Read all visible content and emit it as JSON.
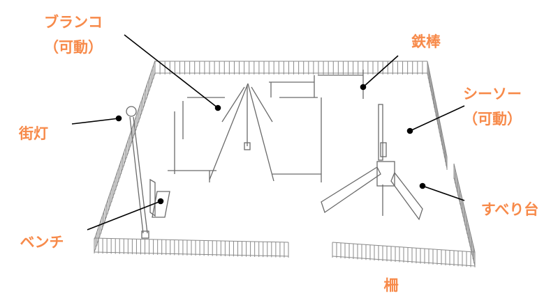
{
  "labels": {
    "swing": {
      "line1": "ブランコ",
      "line2": "（可動）"
    },
    "iron_bar": "鉄棒",
    "seesaw": {
      "line1": "シーソー",
      "line2": "（可動）"
    },
    "street_light": "街灯",
    "slide": "すべり台",
    "bench": "ベンチ",
    "fence": "柵"
  },
  "colors": {
    "label": "#f78a4a",
    "pointer": "#000000",
    "drawing": "#8a8a8a"
  }
}
